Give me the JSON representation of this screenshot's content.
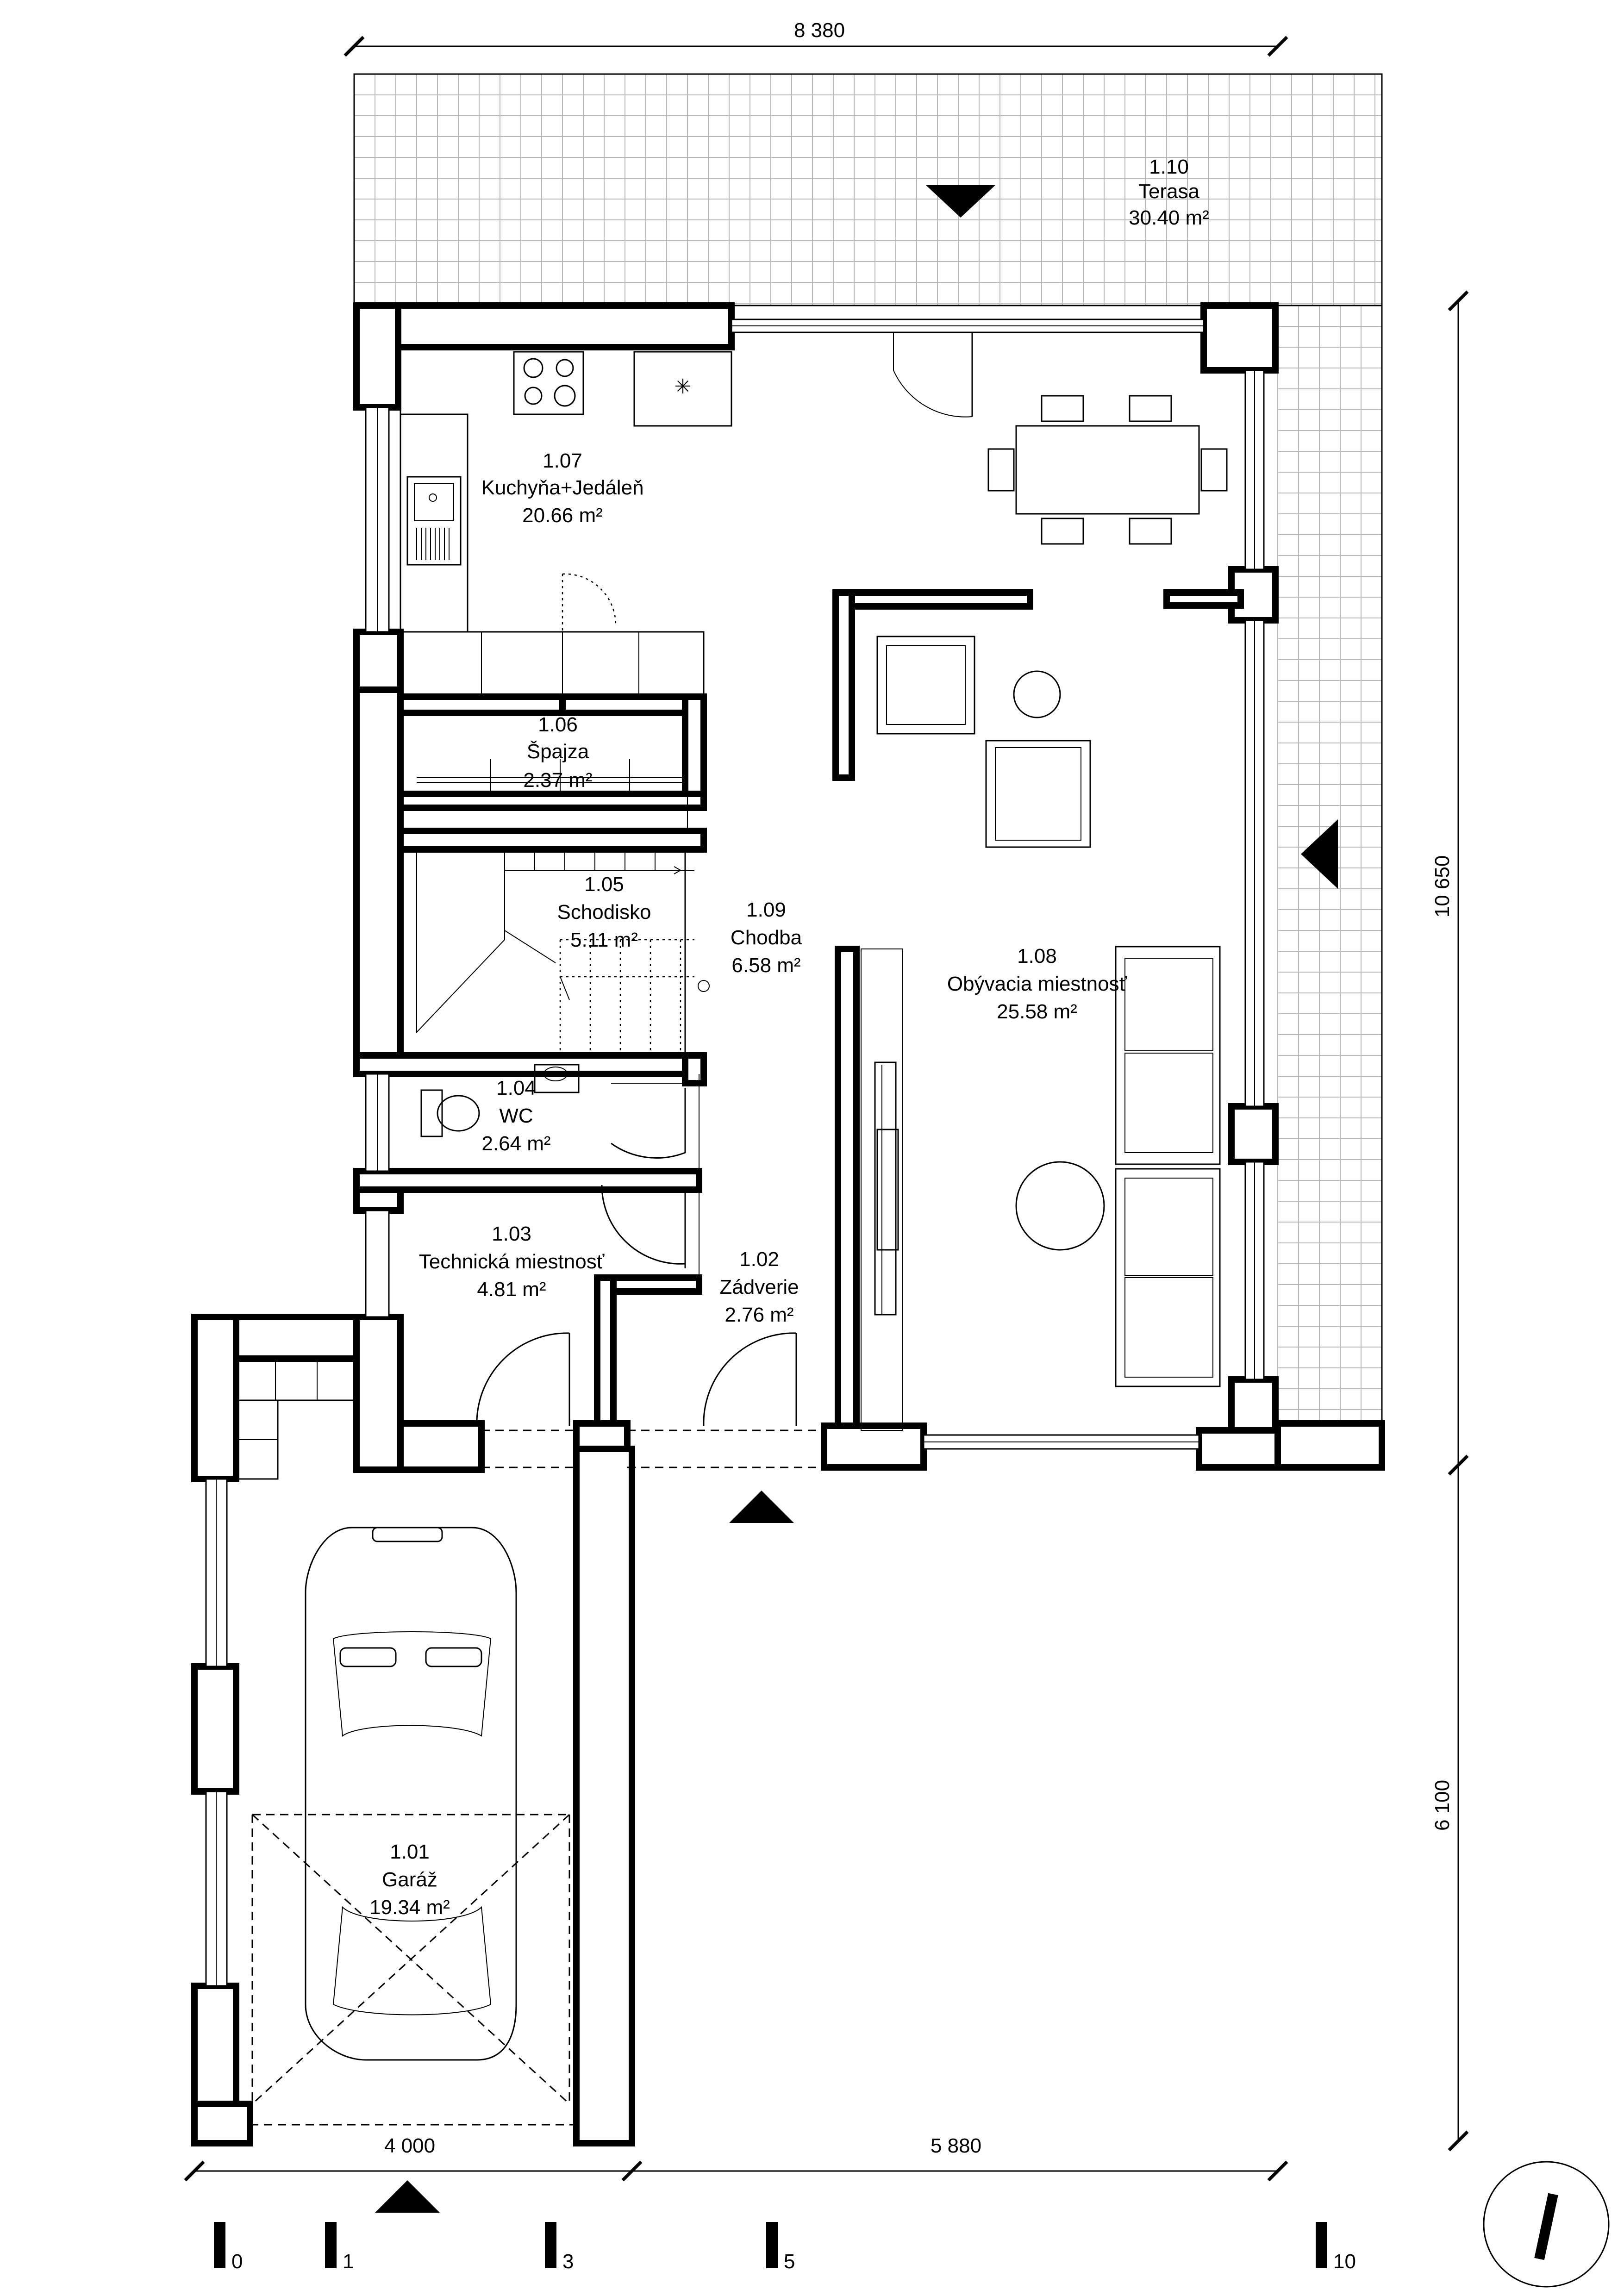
{
  "rooms": [
    {
      "id": "r101",
      "number": "1.01",
      "name": "Garáž",
      "area": "19.34 m²"
    },
    {
      "id": "r102",
      "number": "1.02",
      "name": "Zádverie",
      "area": "2.76 m²"
    },
    {
      "id": "r103",
      "number": "1.03",
      "name": "Technická miestnosť",
      "area": "4.81 m²"
    },
    {
      "id": "r104",
      "number": "1.04",
      "name": "WC",
      "area": "2.64 m²"
    },
    {
      "id": "r105",
      "number": "1.05",
      "name": "Schodisko",
      "area": "5.11 m²"
    },
    {
      "id": "r106",
      "number": "1.06",
      "name": "Špajza",
      "area": "2.37 m²"
    },
    {
      "id": "r107",
      "number": "1.07",
      "name": "Kuchyňa+Jedáleň",
      "area": "20.66 m²"
    },
    {
      "id": "r108",
      "number": "1.08",
      "name": "Obývacia miestnosť",
      "area": "25.58 m²"
    },
    {
      "id": "r109",
      "number": "1.09",
      "name": "Chodba",
      "area": "6.58 m²"
    },
    {
      "id": "r110",
      "number": "1.10",
      "name": "Terasa",
      "area": "30.40 m²"
    }
  ],
  "dimensions": {
    "top": "8 380",
    "right_upper": "10 650",
    "right_lower": "6 100",
    "bottom_left": "4 000",
    "bottom_right": "5 880"
  },
  "scale_bar": {
    "labels": [
      "0",
      "1",
      "3",
      "5",
      "10"
    ]
  },
  "icons": {
    "entrance_markers": "triangle-icon",
    "north_arrow": "north-arrow-icon",
    "car": "car-icon"
  }
}
